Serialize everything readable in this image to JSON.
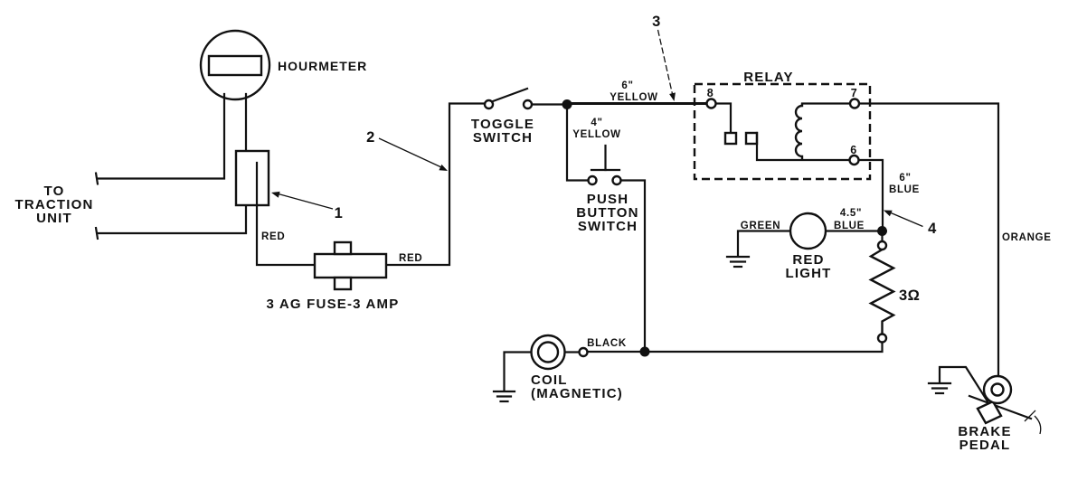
{
  "colors": {
    "ink": "#111111",
    "paper": "#ffffff"
  },
  "labels": {
    "hourmeter": "HOURMETER",
    "traction": {
      "l1": "TO",
      "l2": "TRACTION",
      "l3": "UNIT"
    },
    "wire_red_a": "RED",
    "wire_red_b": "RED",
    "fuse": "3 AG FUSE-3 AMP",
    "toggle": {
      "l1": "TOGGLE",
      "l2": "SWITCH"
    },
    "wire_yellow_6": {
      "len": "6\"",
      "color": "YELLOW"
    },
    "wire_yellow_4": {
      "len": "4\"",
      "color": "YELLOW"
    },
    "push_button": {
      "l1": "PUSH",
      "l2": "BUTTON",
      "l3": "SWITCH"
    },
    "relay": {
      "title": "RELAY",
      "t8": "8",
      "t7": "7",
      "t6": "6"
    },
    "wire_blue_6": {
      "len": "6\"",
      "color": "BLUE"
    },
    "wire_blue_45": {
      "len": "4.5\"",
      "color": "BLUE"
    },
    "wire_green": "GREEN",
    "red_light": {
      "l1": "RED",
      "l2": "LIGHT"
    },
    "resistor": "3Ω",
    "wire_orange": "ORANGE",
    "wire_black": "BLACK",
    "coil": {
      "l1": "COIL",
      "l2": "(MAGNETIC)"
    },
    "brake_pedal": {
      "l1": "BRAKE",
      "l2": "PEDAL"
    },
    "callouts": {
      "c1": "1",
      "c2": "2",
      "c3": "3",
      "c4": "4"
    }
  }
}
